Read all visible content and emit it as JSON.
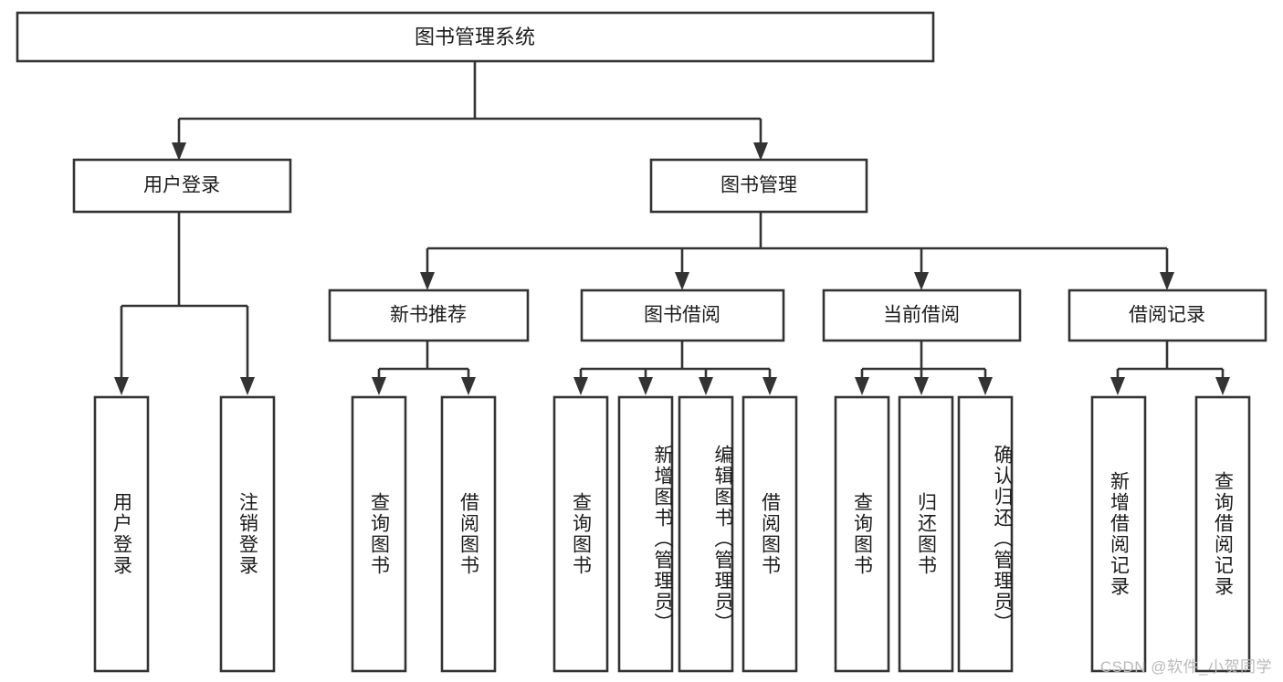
{
  "diagram": {
    "title": "图书管理系统",
    "type": "tree",
    "watermark": "CSDN @软件_小贺同学",
    "colors": {
      "stroke": "#333333",
      "fill": "#ffffff",
      "text": "#1b1b1b",
      "watermark": "#b9b9b9",
      "background": "#ffffff"
    },
    "levels": [
      {
        "level": 0,
        "nodes": [
          {
            "id": "root",
            "label": "图书管理系统",
            "orientation": "horizontal"
          }
        ]
      },
      {
        "level": 1,
        "nodes": [
          {
            "id": "user-login",
            "label": "用户登录",
            "orientation": "horizontal",
            "parent": "root"
          },
          {
            "id": "book-manage",
            "label": "图书管理",
            "orientation": "horizontal",
            "parent": "root"
          }
        ]
      },
      {
        "level": 2,
        "nodes": [
          {
            "id": "new-book-rec",
            "label": "新书推荐",
            "orientation": "horizontal",
            "parent": "book-manage"
          },
          {
            "id": "book-borrow",
            "label": "图书借阅",
            "orientation": "horizontal",
            "parent": "book-manage"
          },
          {
            "id": "current-borrow",
            "label": "当前借阅",
            "orientation": "horizontal",
            "parent": "book-manage"
          },
          {
            "id": "borrow-record",
            "label": "借阅记录",
            "orientation": "horizontal",
            "parent": "book-manage"
          }
        ]
      },
      {
        "level": 3,
        "nodes": [
          {
            "id": "leaf-user-login",
            "label": "用户登录",
            "orientation": "vertical",
            "parent": "user-login"
          },
          {
            "id": "leaf-logout-login",
            "label": "注销登录",
            "orientation": "vertical",
            "parent": "user-login"
          },
          {
            "id": "leaf-query-book-1",
            "label": "查询图书",
            "orientation": "vertical",
            "parent": "new-book-rec"
          },
          {
            "id": "leaf-borrow-book-1",
            "label": "借阅图书",
            "orientation": "vertical",
            "parent": "new-book-rec"
          },
          {
            "id": "leaf-query-book-2",
            "label": "查询图书",
            "orientation": "vertical",
            "parent": "book-borrow"
          },
          {
            "id": "leaf-add-book",
            "label": "新增图书（管理员）",
            "orientation": "vertical",
            "parent": "book-borrow"
          },
          {
            "id": "leaf-edit-book",
            "label": "编辑图书（管理员）",
            "orientation": "vertical",
            "parent": "book-borrow"
          },
          {
            "id": "leaf-borrow-book-2",
            "label": "借阅图书",
            "orientation": "vertical",
            "parent": "book-borrow"
          },
          {
            "id": "leaf-query-book-3",
            "label": "查询图书",
            "orientation": "vertical",
            "parent": "current-borrow"
          },
          {
            "id": "leaf-return-book",
            "label": "归还图书",
            "orientation": "vertical",
            "parent": "current-borrow"
          },
          {
            "id": "leaf-confirm-return",
            "label": "确认归还（管理员）",
            "orientation": "vertical",
            "parent": "current-borrow"
          },
          {
            "id": "leaf-add-record",
            "label": "新增借阅记录",
            "orientation": "vertical",
            "parent": "borrow-record"
          },
          {
            "id": "leaf-query-record",
            "label": "查询借阅记录",
            "orientation": "vertical",
            "parent": "borrow-record"
          }
        ]
      }
    ]
  }
}
